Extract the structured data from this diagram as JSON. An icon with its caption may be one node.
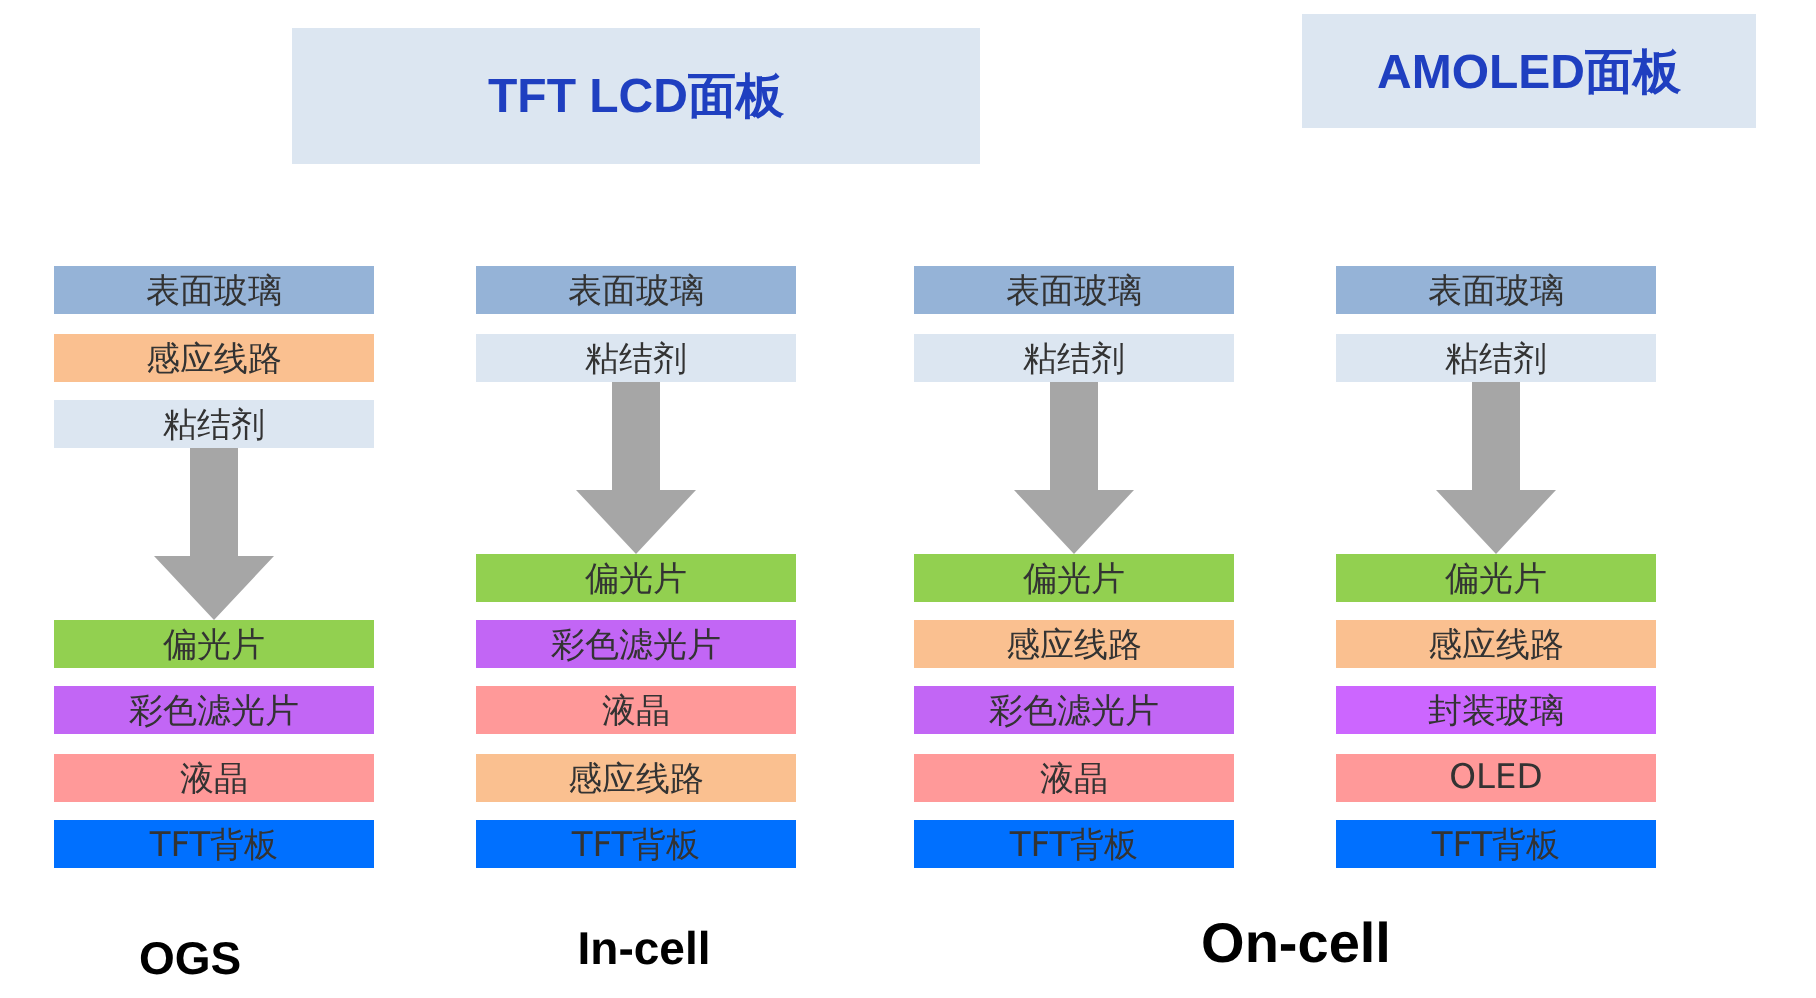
{
  "diagram": {
    "nodes": [
      {
        "text": [
          "TFT  LCD面板"
        ]
      },
      {
        "text": [
          "AMOLED面板"
        ]
      },
      {
        "text": [
          "表面玻璃"
        ]
      },
      {
        "text": [
          "感应线路"
        ]
      },
      {
        "text": [
          "粘结剂"
        ]
      },
      {
        "text": [
          "偏光片"
        ]
      },
      {
        "text": [
          "彩色滤光片"
        ]
      },
      {
        "text": [
          "液晶"
        ]
      },
      {
        "text": [
          "TFT背板"
        ]
      },
      {
        "text": [
          "表面玻璃"
        ]
      },
      {
        "text": [
          "粘结剂"
        ]
      },
      {
        "text": [
          "偏光片"
        ]
      },
      {
        "text": [
          "彩色滤光片"
        ]
      },
      {
        "text": [
          "液晶"
        ]
      },
      {
        "text": [
          "感应线路"
        ]
      },
      {
        "text": [
          "TFT背板"
        ]
      },
      {
        "text": [
          "表面玻璃"
        ]
      },
      {
        "text": [
          "粘结剂"
        ]
      },
      {
        "text": [
          "偏光片"
        ]
      },
      {
        "text": [
          "感应线路"
        ]
      },
      {
        "text": [
          "彩色滤光片"
        ]
      },
      {
        "text": [
          "液晶"
        ]
      },
      {
        "text": [
          "TFT背板"
        ]
      },
      {
        "text": [
          "表面玻璃"
        ]
      },
      {
        "text": [
          "粘结剂"
        ]
      },
      {
        "text": [
          "偏光片"
        ]
      },
      {
        "text": [
          "感应线路"
        ]
      },
      {
        "text": [
          "封装玻璃"
        ]
      },
      {
        "text": [
          "OLED"
        ]
      },
      {
        "text": [
          "TFT背板"
        ]
      }
    ],
    "edges": [
      {
        "from": 4,
        "to": 5,
        "arrow": "to",
        "style": "thick",
        "color": "#a6a6a6"
      },
      {
        "from": 10,
        "to": 11,
        "arrow": "to",
        "style": "thick",
        "color": "#a6a6a6"
      },
      {
        "from": 17,
        "to": 18,
        "arrow": "to",
        "style": "thick",
        "color": "#a6a6a6"
      },
      {
        "from": 24,
        "to": 25,
        "arrow": "to",
        "style": "thick",
        "color": "#a6a6a6"
      }
    ],
    "labels": [
      "OGS",
      "In-cell",
      "On-cell"
    ]
  }
}
